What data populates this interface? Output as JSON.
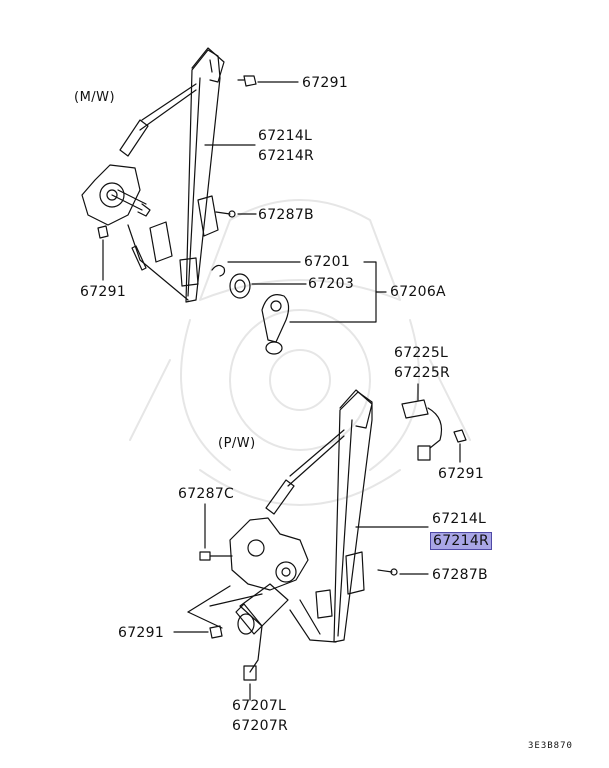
{
  "sections": {
    "manual": "(M/W)",
    "power": "(P/W)"
  },
  "labels": {
    "mw_67291_bolt": "67291",
    "mw_67214l": "67214L",
    "mw_67214r": "67214R",
    "mw_67287b": "67287B",
    "mw_67291_left": "67291",
    "p_67201": "67201",
    "p_67203": "67203",
    "p_67206a": "67206A",
    "pw_67225l": "67225L",
    "pw_67225r": "67225R",
    "pw_67291_right": "67291",
    "pw_67287c": "67287C",
    "pw_67214l": "67214L",
    "pw_67214r": "67214R",
    "pw_67287b": "67287B",
    "pw_67291_left": "67291",
    "pw_67207l": "67207L",
    "pw_67207r": "67207R"
  },
  "highlight": {
    "part": "67214R",
    "color": "#a9a6e6"
  },
  "diagram_code": "3E3B870"
}
